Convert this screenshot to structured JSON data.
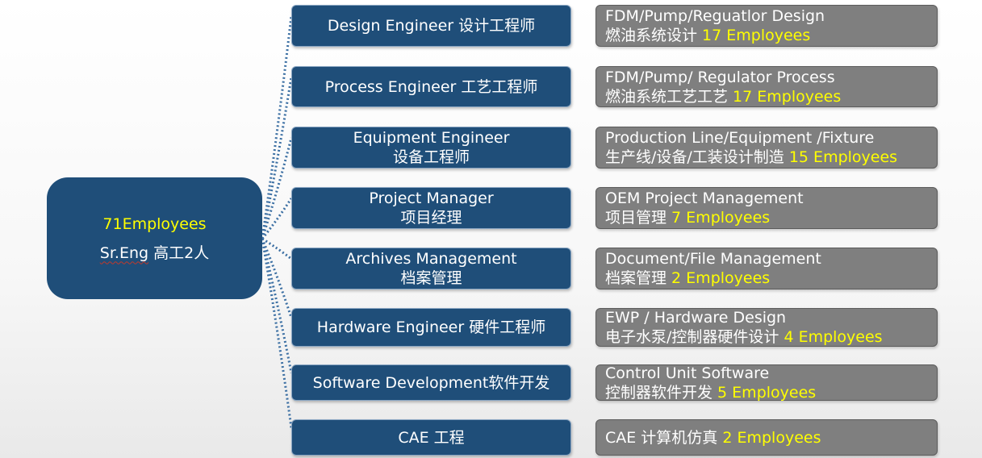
{
  "root": {
    "count": "71Employees",
    "title": "Sr.Eng",
    "title_cn": " 高工2人"
  },
  "colors": {
    "box": "#1f4e79",
    "detail": "#7f7f7f",
    "highlight": "#ffff00"
  },
  "roles": [
    {
      "line1": "Design Engineer 设计工程师",
      "line2": ""
    },
    {
      "line1": "Process Engineer 工艺工程师",
      "line2": ""
    },
    {
      "line1": "Equipment Engineer",
      "line2": "设备工程师"
    },
    {
      "line1": "Project Manager",
      "line2": "项目经理"
    },
    {
      "line1": "Archives Management",
      "line2": "档案管理"
    },
    {
      "line1": "Hardware Engineer 硬件工程师",
      "line2": ""
    },
    {
      "line1": "Software Development软件开发",
      "line2": ""
    },
    {
      "line1": "CAE 工程",
      "line2": ""
    }
  ],
  "details": [
    {
      "line1": "FDM/Pump/Reguatlor Design",
      "line2": "燃油系统设计 ",
      "employees": "17 Employees"
    },
    {
      "line1": "FDM/Pump/ Regulator Process",
      "line2": "燃油系统工艺工艺 ",
      "employees": "17 Employees"
    },
    {
      "line1": "Production Line/Equipment /Fixture",
      "line2": "生产线/设备/工装设计制造 ",
      "employees": "15 Employees"
    },
    {
      "line1": "OEM Project Management",
      "line2": "项目管理 ",
      "employees": "7 Employees"
    },
    {
      "line1": "Document/File Management",
      "line2": "档案管理 ",
      "employees": "2 Employees"
    },
    {
      "line1": "EWP / Hardware Design",
      "line2": "电子水泵/控制器硬件设计  ",
      "employees": "4 Employees"
    },
    {
      "line1": "Control Unit Software",
      "line2": "控制器软件开发 ",
      "employees": "5 Employees"
    },
    {
      "line1": "",
      "line2": "CAE 计算机仿真 ",
      "employees": "2 Employees"
    }
  ]
}
